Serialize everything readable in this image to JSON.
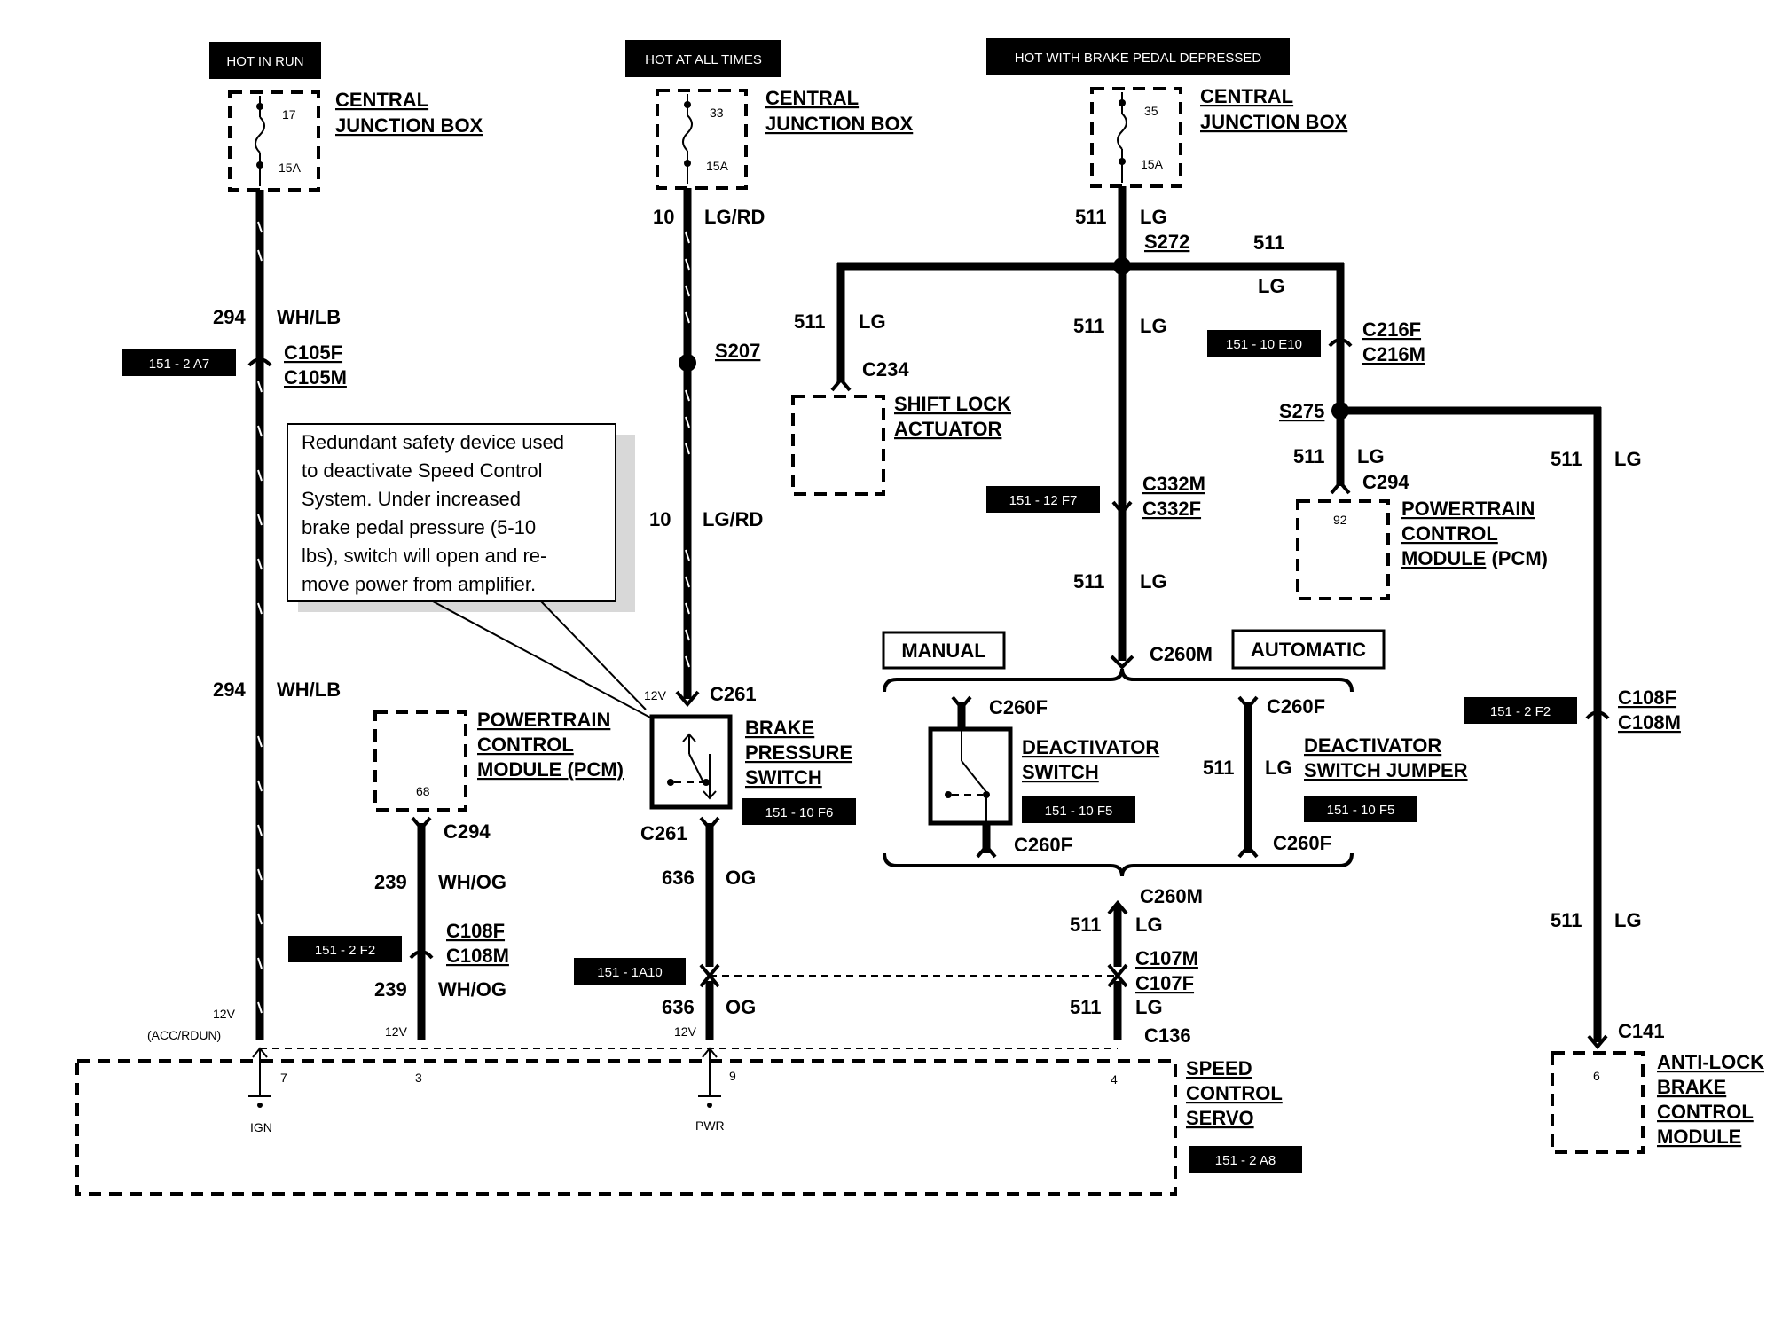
{
  "headers": {
    "hot_in_run": "HOT IN RUN",
    "hot_at_all_times": "HOT AT ALL TIMES",
    "hot_with_brake": "HOT WITH BRAKE PEDAL DEPRESSED"
  },
  "fuses": {
    "f1": {
      "num": "17",
      "amp": "15A"
    },
    "f2": {
      "num": "33",
      "amp": "15A"
    },
    "f3": {
      "num": "35",
      "amp": "15A"
    }
  },
  "labels": {
    "central": "CENTRAL",
    "junction_box": "JUNCTION BOX",
    "powertrain": "POWERTRAIN",
    "control": "CONTROL",
    "module_pcm": "MODULE (PCM)",
    "module_word": "MODULE",
    "pcm_suffix": " (PCM)",
    "shift_lock": "SHIFT LOCK",
    "actuator": "ACTUATOR",
    "brake": "BRAKE",
    "pressure": "PRESSURE",
    "switch": "SWITCH",
    "deactivator": "DEACTIVATOR",
    "deactivator_switch_jumper": "SWITCH JUMPER",
    "manual": "MANUAL",
    "automatic": "AUTOMATIC",
    "speed": "SPEED",
    "servo": "SERVO",
    "anti_lock": "ANTI-LOCK",
    "ign": "IGN",
    "pwr": "PWR",
    "v12": "12V",
    "acc_rdun": "(ACC/RDUN)"
  },
  "note_lines": [
    "Redundant safety device used",
    "to deactivate Speed Control",
    "System.  Under increased",
    "brake pedal pressure (5-10",
    "lbs), switch will open and re-",
    "move power from amplifier."
  ],
  "circuits": {
    "c294": "294",
    "c10": "10",
    "c511": "511",
    "c239": "239",
    "c636": "636"
  },
  "colors": {
    "wh_lb": "WH/LB",
    "lg_rd": "LG/RD",
    "lg": "LG",
    "wh_og": "WH/OG",
    "og": "OG"
  },
  "connectors": {
    "c105f": "C105F",
    "c105m": "C105M",
    "s207": "S207",
    "s272": "S272",
    "s275": "S275",
    "c234": "C234",
    "c216f": "C216F",
    "c216m": "C216M",
    "c332m": "C332M",
    "c332f": "C332F",
    "c294": "C294",
    "c261": "C261",
    "c260m": "C260M",
    "c260f": "C260F",
    "c108f": "C108F",
    "c108m": "C108M",
    "c107m": "C107M",
    "c107f": "C107F",
    "c136": "C136",
    "c141": "C141"
  },
  "pins": {
    "pcm_92": "92",
    "pcm_68": "68",
    "abs_6": "6",
    "servo_7": "7",
    "servo_3": "3",
    "servo_9": "9",
    "servo_4": "4"
  },
  "refs": {
    "r_2a7": "151 - 2 A7",
    "r_10e10": "151 - 10 E10",
    "r_12f7": "151 - 12 F7",
    "r_10f6": "151 - 10 F6",
    "r_10f5": "151 - 10 F5",
    "r_2f2": "151 - 2 F2",
    "r_1a10": "151 - 1A10",
    "r_2a8": "151 - 2 A8"
  }
}
